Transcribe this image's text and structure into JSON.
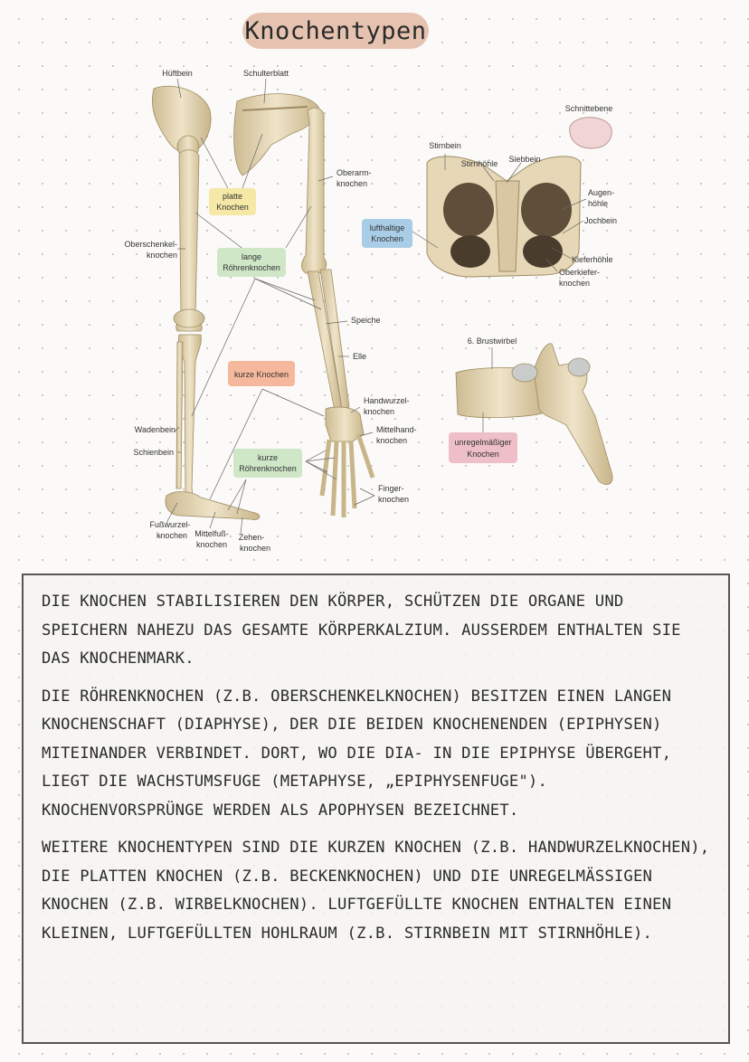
{
  "title": "Knochentypen",
  "figure": {
    "labels": {
      "hueftbein": "Hüftbein",
      "schulterblatt": "Schulterblatt",
      "oberarmknochen_1": "Oberarm-",
      "oberarmknochen_2": "knochen",
      "oberschenkel_1": "Oberschenkel-",
      "oberschenkel_2": "knochen",
      "speiche": "Speiche",
      "elle": "Elle",
      "handwurzel_1": "Handwurzel-",
      "handwurzel_2": "knochen",
      "mittelhand_1": "Mittelhand-",
      "mittelhand_2": "knochen",
      "finger_1": "Finger-",
      "finger_2": "knochen",
      "wadenbein": "Wadenbein",
      "schienbein": "Schienbein",
      "fusswurzel_1": "Fußwurzel-",
      "fusswurzel_2": "knochen",
      "mittelfuss_1": "Mittelfuß-",
      "mittelfuss_2": "knochen",
      "zehen_1": "Zehen-",
      "zehen_2": "knochen",
      "schnittebene": "Schnittebene",
      "stirnbein": "Stirnbein",
      "stirnhoehle": "Stirnhöhle",
      "siebbein": "Siebbein",
      "augenhoehle_1": "Augen-",
      "augenhoehle_2": "höhle",
      "jochbein": "Jochbein",
      "kieferhoehle": "Kieferhöhle",
      "oberkiefer_1": "Oberkiefer-",
      "oberkiefer_2": "knochen",
      "brustwirbel": "6. Brustwirbel"
    },
    "categories": {
      "platte_1": "platte",
      "platte_2": "Knochen",
      "lange_1": "lange",
      "lange_2": "Röhrenknochen",
      "kurze": "kurze Knochen",
      "kurze_roehren_1": "kurze",
      "kurze_roehren_2": "Röhrenknochen",
      "lufthaltige_1": "lufthaltige",
      "lufthaltige_2": "Knochen",
      "unregel_1": "unregelmäßiger",
      "unregel_2": "Knochen"
    },
    "colors": {
      "platte": "#f6e8a6",
      "lange": "#cfe6c7",
      "kurze": "#f6b89c",
      "kurze_roehren": "#cfe6c7",
      "lufthaltige": "#a9cde6",
      "unregel": "#eebfc8",
      "bone": "#e8dcc0"
    }
  },
  "paragraphs": [
    "Die Knochen stabilisieren den Körper, schützen die Organe und speichern nahezu das gesamte Körperkalzium. Außerdem enthalten sie das Knochenmark.",
    "Die Röhrenknochen (z.B. Oberschenkelknochen) besitzen einen langen Knochenschaft (Diaphyse), der die beiden Knochenenden (Epiphysen) miteinander verbindet. Dort, wo die Dia- in die Epiphyse übergeht, liegt die Wachstumsfuge (Metaphyse, „Epiphysenfuge\"). Knochenvorsprünge werden als Apophysen bezeichnet.",
    "Weitere Knochentypen sind die kurzen Knochen (z.B. Handwurzelknochen), die platten Knochen (z.B. Beckenknochen) und die unregelmäßigen Knochen (z.B. Wirbelknochen). Luftgefüllte Knochen enthalten einen kleinen, luftgefüllten Hohlraum (z.B. Stirnbein mit Stirnhöhle)."
  ]
}
